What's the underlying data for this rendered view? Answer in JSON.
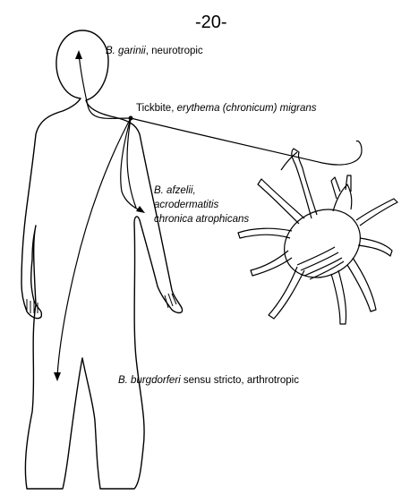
{
  "page_number": "-20-",
  "labels": {
    "garinii": {
      "species": "B. garinii",
      "desc": ", neurotropic"
    },
    "tickbite": {
      "plain": "Tickbite, ",
      "italic": "erythema (chronicum) migrans"
    },
    "afzelii": {
      "species": "B. afzelii,",
      "line2": "acrodermatitis",
      "line3": "chronica atrophicans"
    },
    "burgdorferi": {
      "species": "B. burgdorferi",
      "desc": " sensu stricto, arthrotropic"
    }
  },
  "colors": {
    "ink": "#000000",
    "background": "#ffffff"
  }
}
